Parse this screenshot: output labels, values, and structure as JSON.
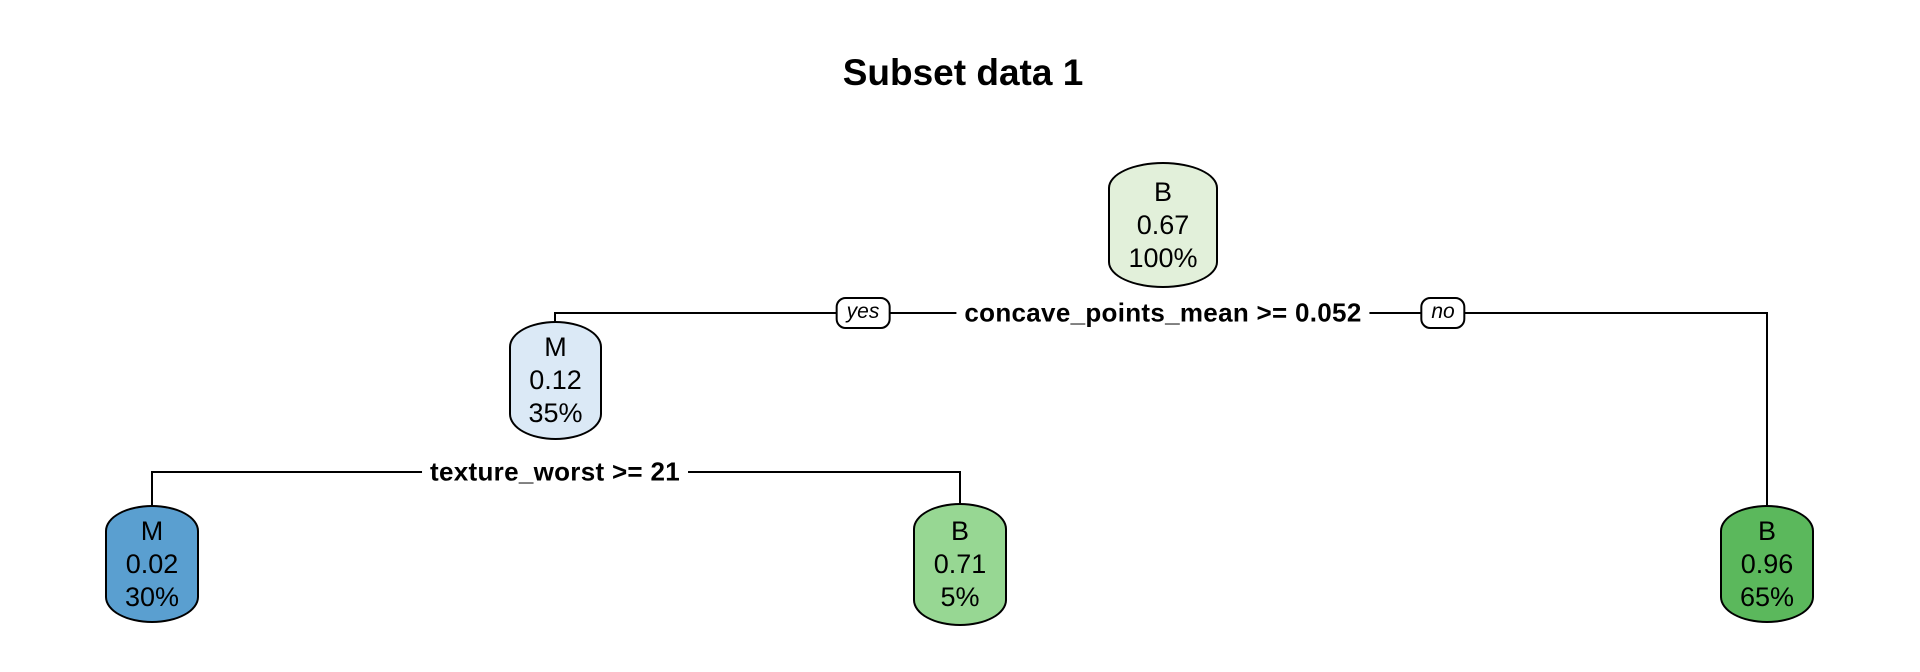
{
  "title": "Subset data 1",
  "tree": {
    "type": "decision-tree",
    "nodes": {
      "root": {
        "class_label": "B",
        "prob": "0.67",
        "pct": "100%",
        "fill": "#e2f0da"
      },
      "left": {
        "class_label": "M",
        "prob": "0.12",
        "pct": "35%",
        "fill": "#dbe9f6"
      },
      "left_left": {
        "class_label": "M",
        "prob": "0.02",
        "pct": "30%",
        "fill": "#5a9fd0"
      },
      "left_right": {
        "class_label": "B",
        "prob": "0.71",
        "pct": "5%",
        "fill": "#97d793"
      },
      "right": {
        "class_label": "B",
        "prob": "0.96",
        "pct": "65%",
        "fill": "#5bb85c"
      }
    },
    "splits": {
      "root_split": {
        "label": "concave_points_mean >= 0.052",
        "yes_label": "yes",
        "no_label": "no"
      },
      "left_split": {
        "label": "texture_worst >= 21"
      }
    },
    "colors": {
      "branch_line": "#000000",
      "node_border": "#000000",
      "text": "#000000",
      "background": "#ffffff"
    }
  }
}
